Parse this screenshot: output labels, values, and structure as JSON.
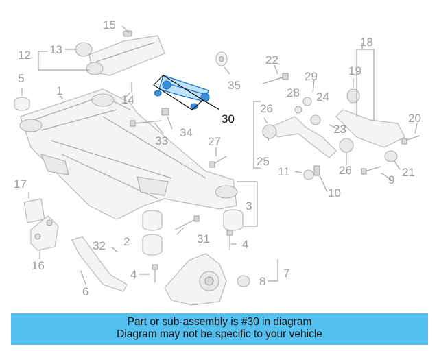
{
  "highlight": {
    "callout": "30",
    "color": "#3a8fd6"
  },
  "callouts": [
    "1",
    "2",
    "3",
    "4",
    "4",
    "5",
    "6",
    "7",
    "8",
    "9",
    "10",
    "11",
    "12",
    "13",
    "14",
    "15",
    "16",
    "17",
    "18",
    "19",
    "20",
    "21",
    "22",
    "23",
    "24",
    "25",
    "26",
    "26",
    "27",
    "28",
    "29",
    "30",
    "31",
    "32",
    "33",
    "34",
    "35"
  ],
  "banner": {
    "background": "#55c1f0",
    "line1": "Part or sub-assembly is #30 in diagram",
    "line2": "Diagram may not be specific to your vehicle"
  }
}
